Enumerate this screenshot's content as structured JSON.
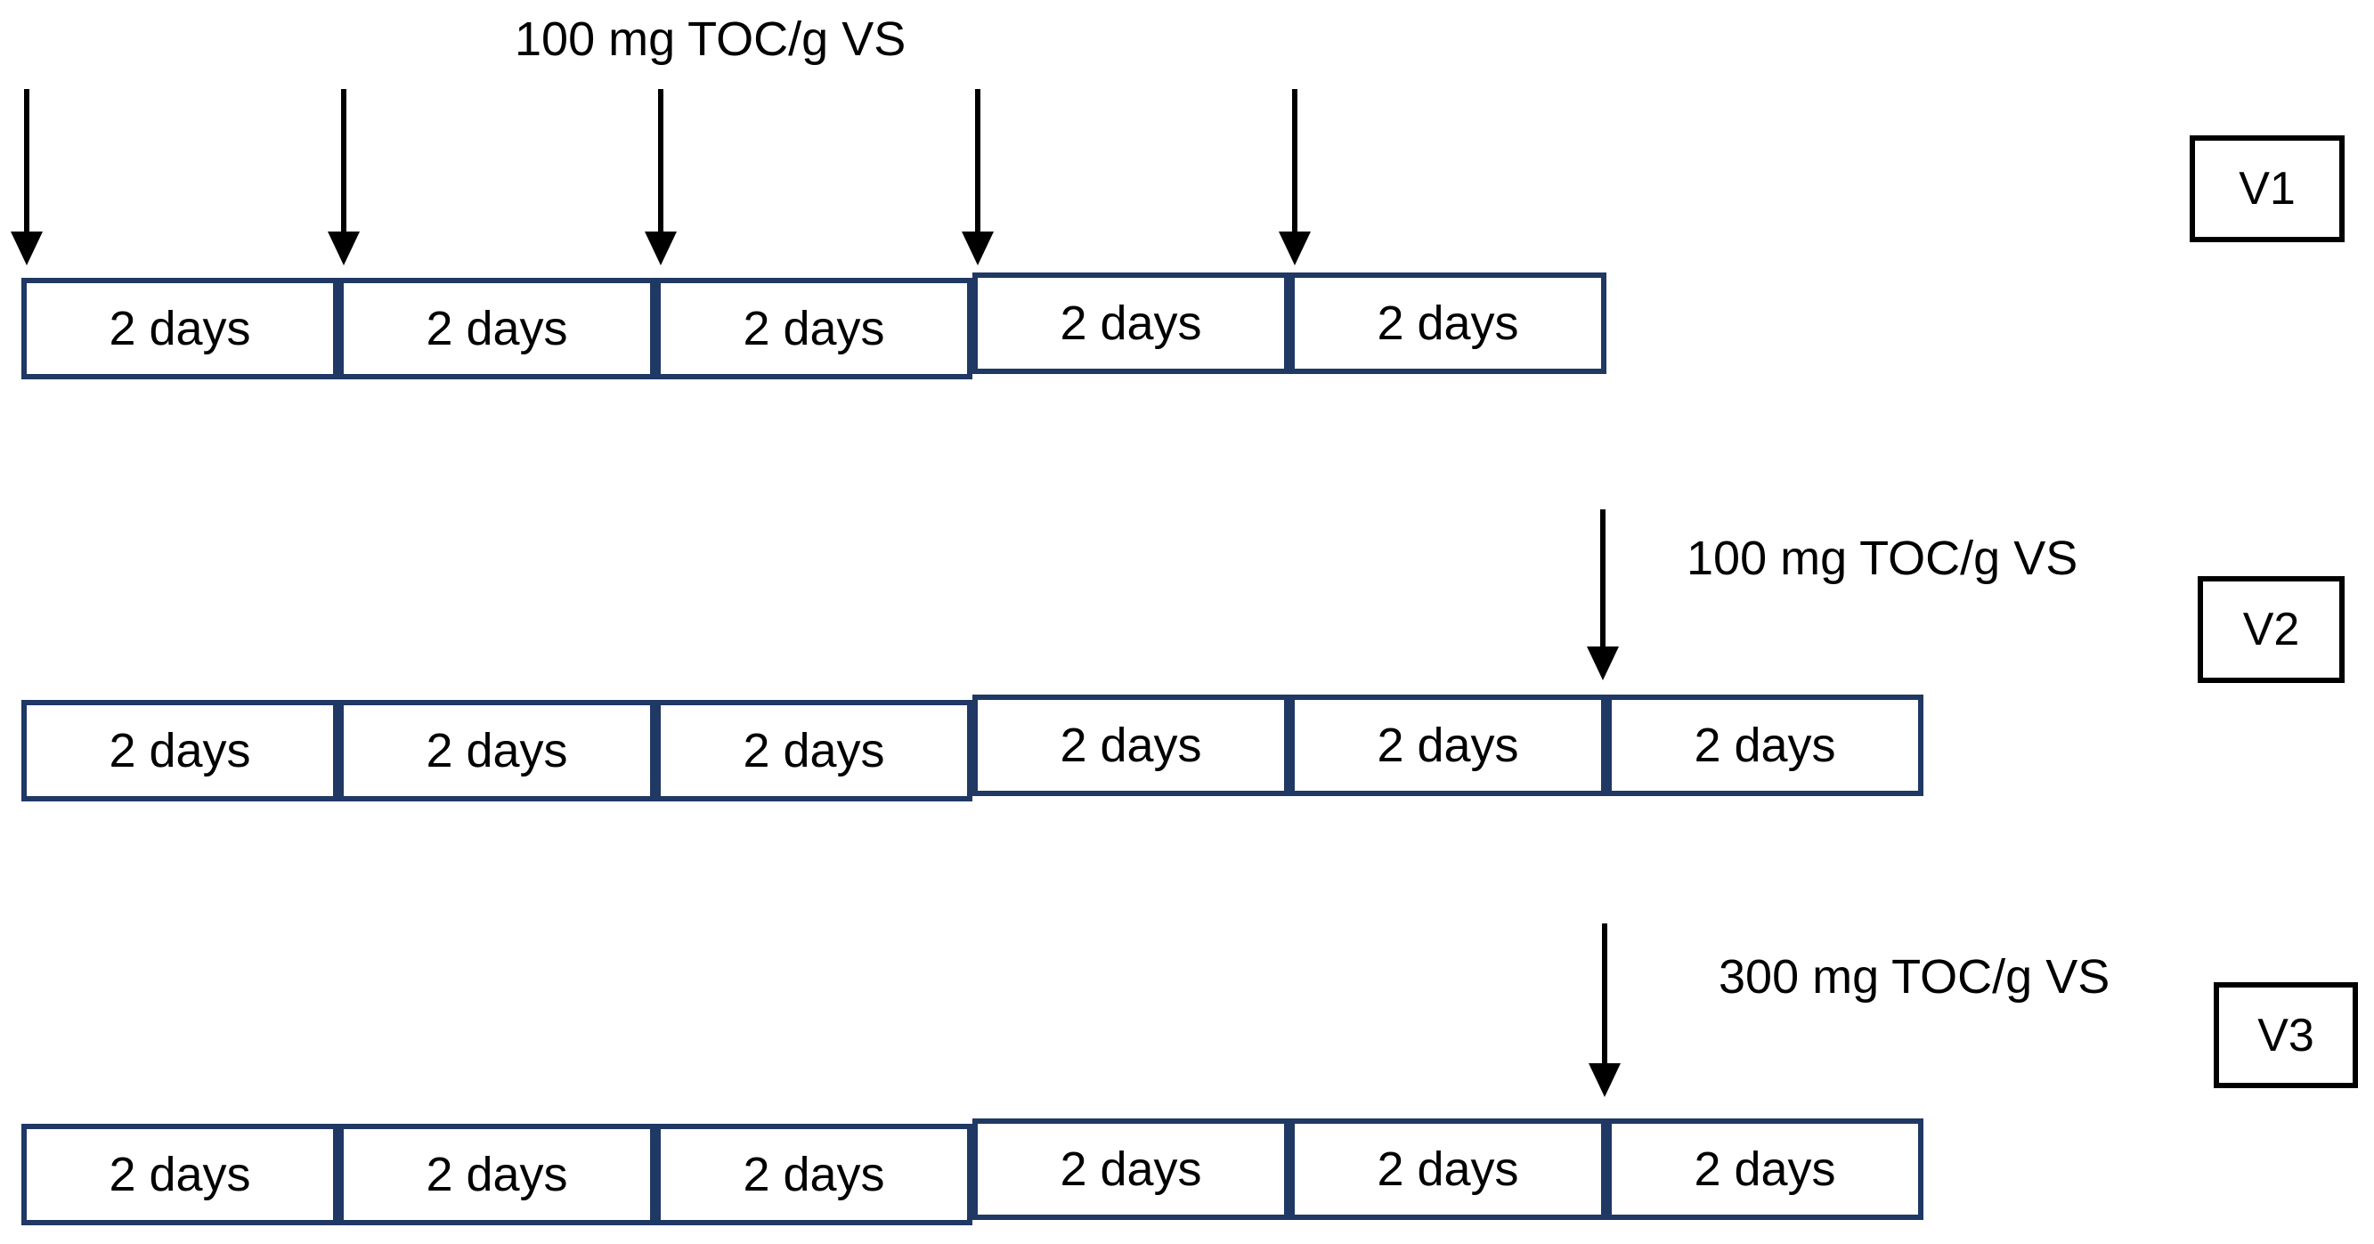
{
  "figure": {
    "rows": [
      {
        "variant": "V1",
        "annotation": "100 mg TOC/g VS",
        "arrow_count": 5,
        "boxes": [
          "2 days",
          "2 days",
          "2 days",
          "2 days",
          "2 days"
        ]
      },
      {
        "variant": "V2",
        "annotation": "100 mg TOC/g VS",
        "arrow_count": 1,
        "boxes": [
          "2 days",
          "2 days",
          "2 days",
          "2 days",
          "2 days",
          "2 days"
        ]
      },
      {
        "variant": "V3",
        "annotation": "300 mg TOC/g VS",
        "arrow_count": 1,
        "boxes": [
          "2 days",
          "2 days",
          "2 days",
          "2 days",
          "2 days",
          "2 days"
        ]
      }
    ],
    "colors": {
      "background": "#ffffff",
      "timeline_box_border": "#1f3864",
      "variant_box_border": "#000000",
      "arrow": "#000000",
      "text": "#000000"
    }
  }
}
